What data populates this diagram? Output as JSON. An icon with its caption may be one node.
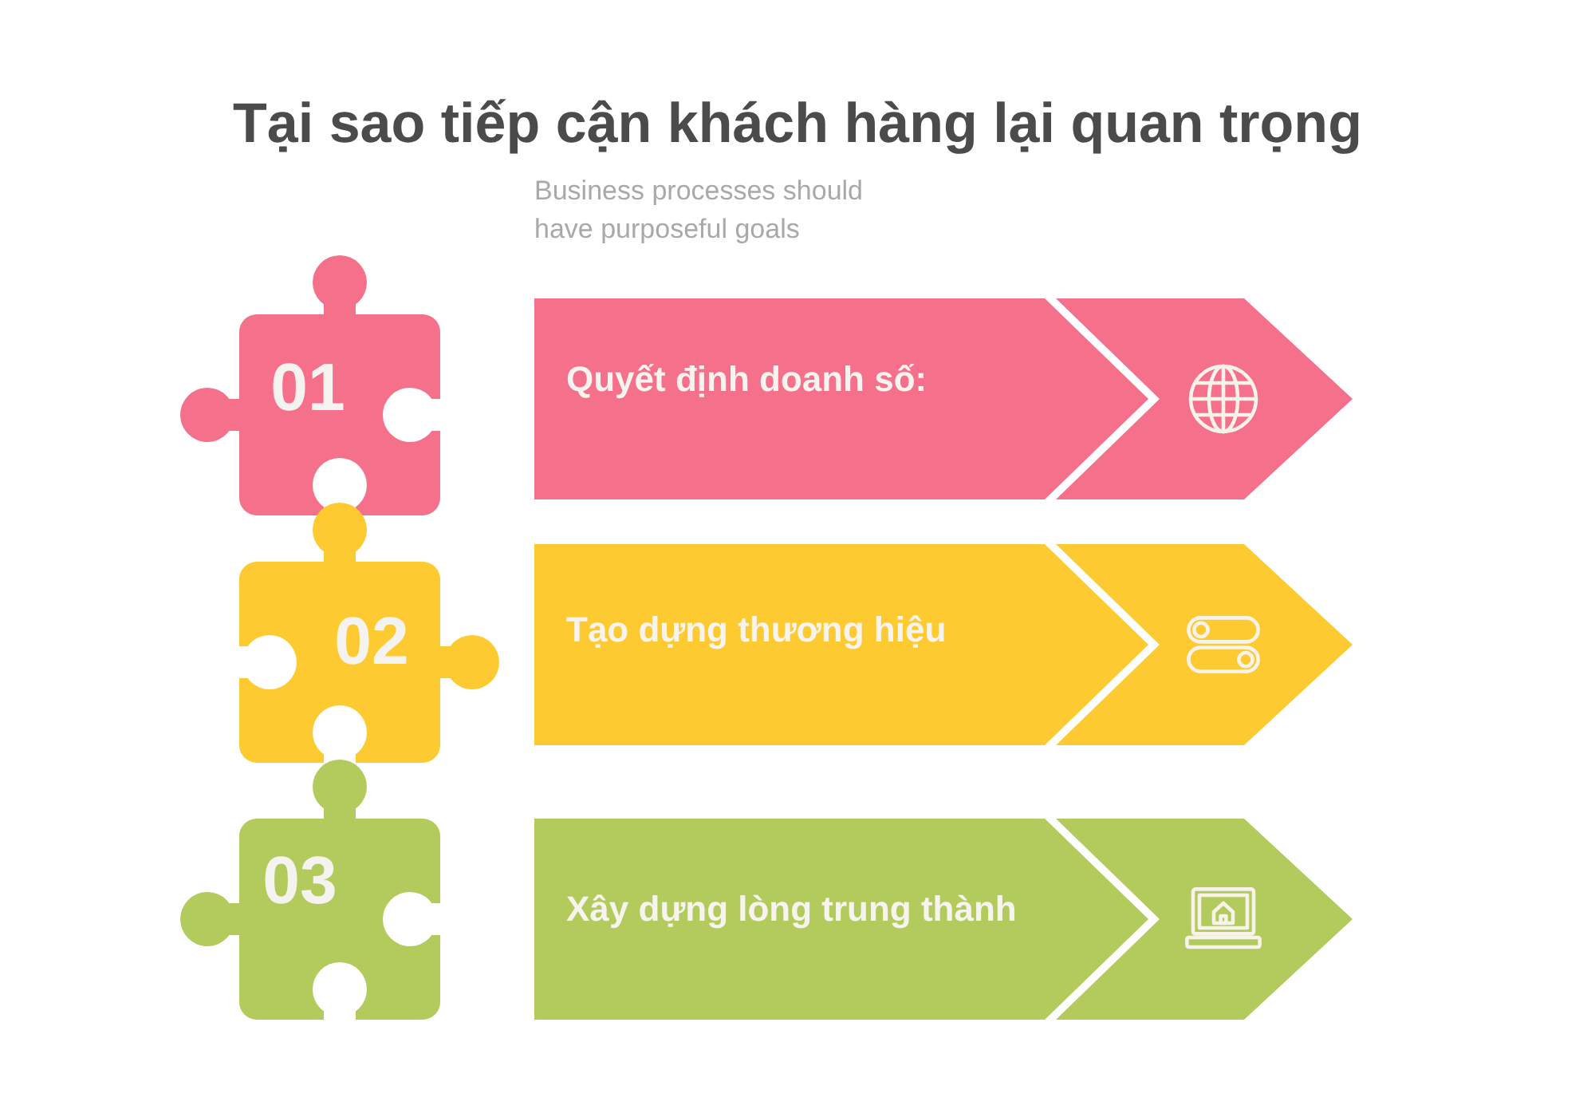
{
  "diagram": {
    "title": "Tại sao tiếp cận khách hàng lại quan trọng",
    "nodes": [
      {
        "text": [
          "01"
        ]
      },
      {
        "text": [
          "Quyết định doanh số:"
        ]
      },
      {
        "text": [
          "02"
        ]
      },
      {
        "text": [
          "Tạo dựng thương hiệu"
        ]
      },
      {
        "text": [
          "03"
        ]
      },
      {
        "text": [
          "Xây dựng lòng trung thành"
        ]
      }
    ],
    "labels": [
      "Business processes should have purposeful goals"
    ]
  }
}
